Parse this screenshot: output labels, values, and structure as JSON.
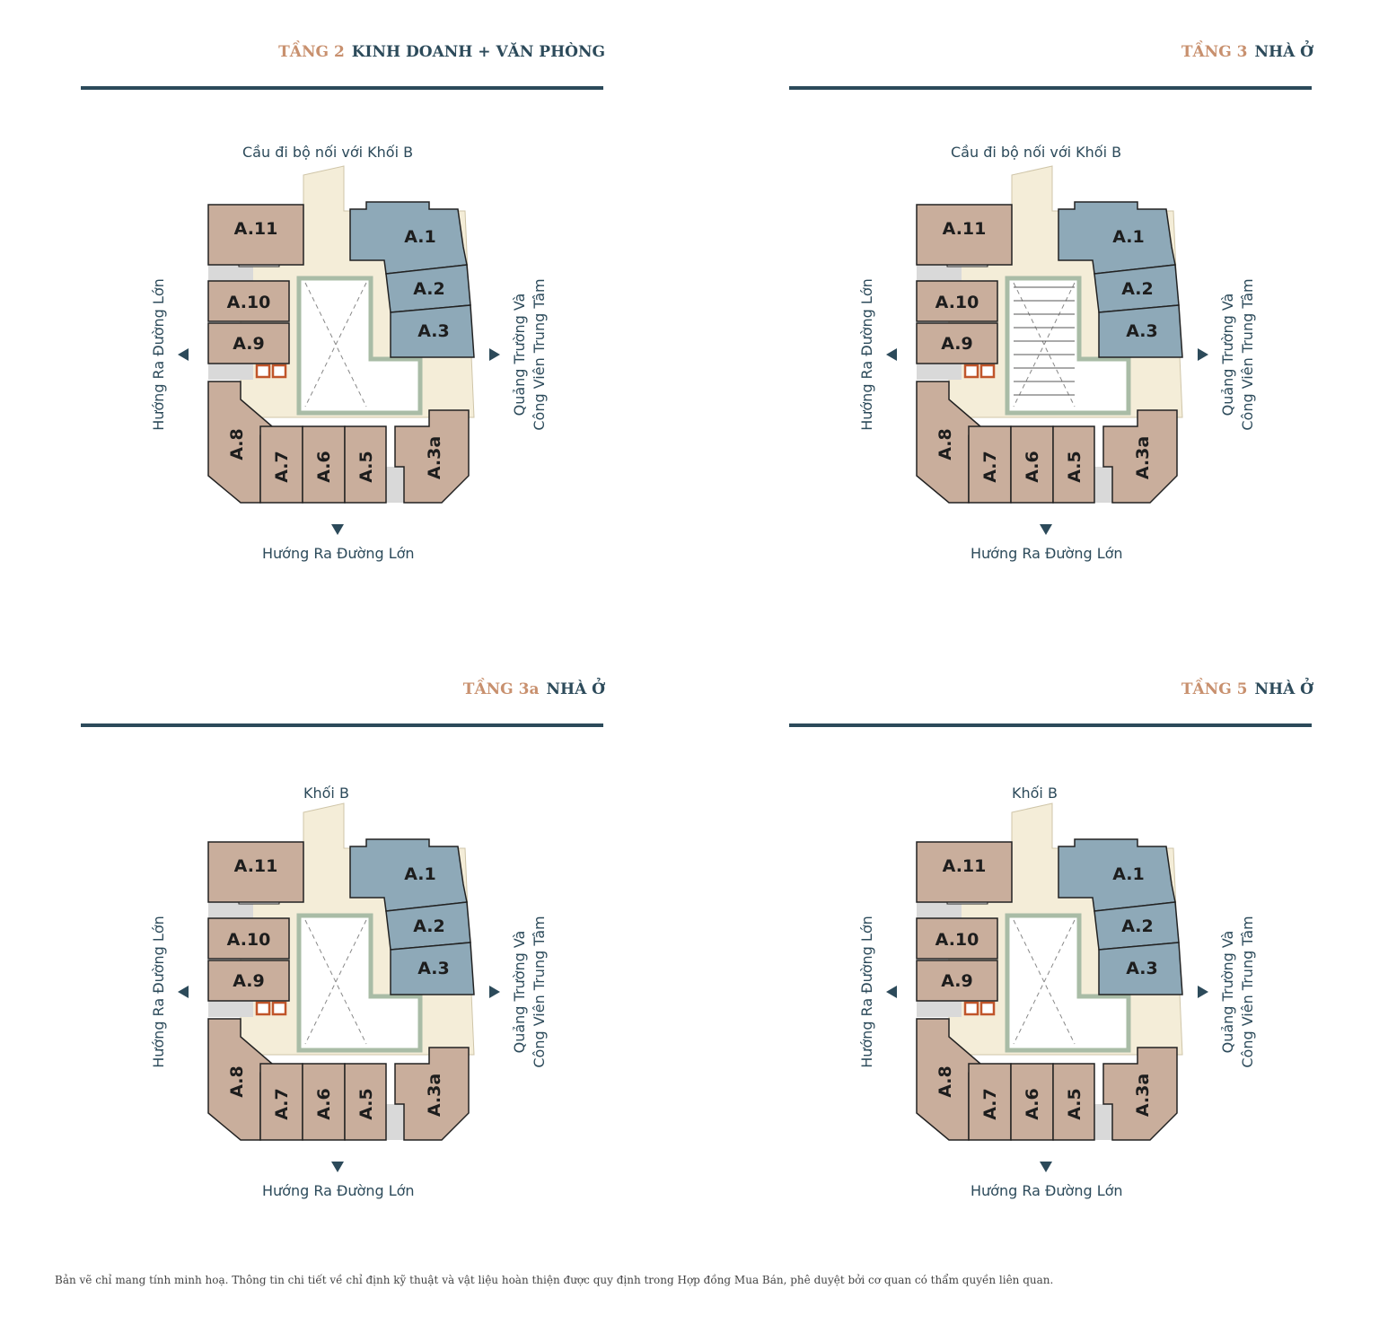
{
  "colors": {
    "primary": "#2c4a5a",
    "accent": "#c8906e",
    "unit_tan": "#c9ae9c",
    "unit_blue": "#8ea9b8",
    "common": "#f4edd8",
    "service": "#d9d9d9"
  },
  "floors": [
    {
      "level": "TẦNG 2",
      "type": "KINH DOANH + VĂN PHÒNG",
      "top_label": "Cầu đi bộ nối với Khối B",
      "top_arrow": false,
      "left_label": "Hướng Ra Đường Lớn",
      "right_label_1": "Quảng Trường Và",
      "right_label_2": "Công Viên Trung Tâm",
      "bottom_label": "Hướng Ra Đường Lớn",
      "atrium": "void",
      "units": {
        "a11": "A.11",
        "a10": "A.10",
        "a9": "A.9",
        "a8": "A.8",
        "a7": "A.7",
        "a6": "A.6",
        "a5": "A.5",
        "a3a": "A.3a",
        "a1": "A.1",
        "a2": "A.2",
        "a3": "A.3"
      }
    },
    {
      "level": "TẦNG 3",
      "type": "NHÀ Ở",
      "top_label": "Cầu đi bộ nối với Khối B",
      "top_arrow": false,
      "left_label": "Hướng Ra Đường Lớn",
      "right_label_1": "Quảng Trường Và",
      "right_label_2": "Công Viên Trung Tâm",
      "bottom_label": "Hướng Ra Đường Lớn",
      "atrium": "roof",
      "units": {
        "a11": "A.11",
        "a10": "A.10",
        "a9": "A.9",
        "a8": "A.8",
        "a7": "A.7",
        "a6": "A.6",
        "a5": "A.5",
        "a3a": "A.3a",
        "a1": "A.1",
        "a2": "A.2",
        "a3": "A.3"
      }
    },
    {
      "level": "TẦNG 3a",
      "type": "NHÀ Ở",
      "top_label": "Khối B",
      "top_arrow": true,
      "left_label": "Hướng Ra Đường Lớn",
      "right_label_1": "Quảng Trường Và",
      "right_label_2": "Công Viên Trung Tâm",
      "bottom_label": "Hướng Ra Đường Lớn",
      "atrium": "void",
      "units": {
        "a11": "A.11",
        "a10": "A.10",
        "a9": "A.9",
        "a8": "A.8",
        "a7": "A.7",
        "a6": "A.6",
        "a5": "A.5",
        "a3a": "A.3a",
        "a1": "A.1",
        "a2": "A.2",
        "a3": "A.3"
      }
    },
    {
      "level": "TẦNG 5",
      "type": "NHÀ Ở",
      "top_label": "Khối B",
      "top_arrow": true,
      "left_label": "Hướng Ra Đường Lớn",
      "right_label_1": "Quảng Trường Và",
      "right_label_2": "Công Viên Trung Tâm",
      "bottom_label": "Hướng Ra Đường Lớn",
      "atrium": "void",
      "units": {
        "a11": "A.11",
        "a10": "A.10",
        "a9": "A.9",
        "a8": "A.8",
        "a7": "A.7",
        "a6": "A.6",
        "a5": "A.5",
        "a3a": "A.3a",
        "a1": "A.1",
        "a2": "A.2",
        "a3": "A.3"
      }
    }
  ],
  "footnote": "Bản vẽ chỉ mang tính minh hoạ. Thông tin chi tiết về chỉ định kỹ thuật và vật liệu hoàn thiện được quy định trong Hợp đồng Mua Bán, phê duyệt bởi cơ quan có thẩm quyền liên quan."
}
